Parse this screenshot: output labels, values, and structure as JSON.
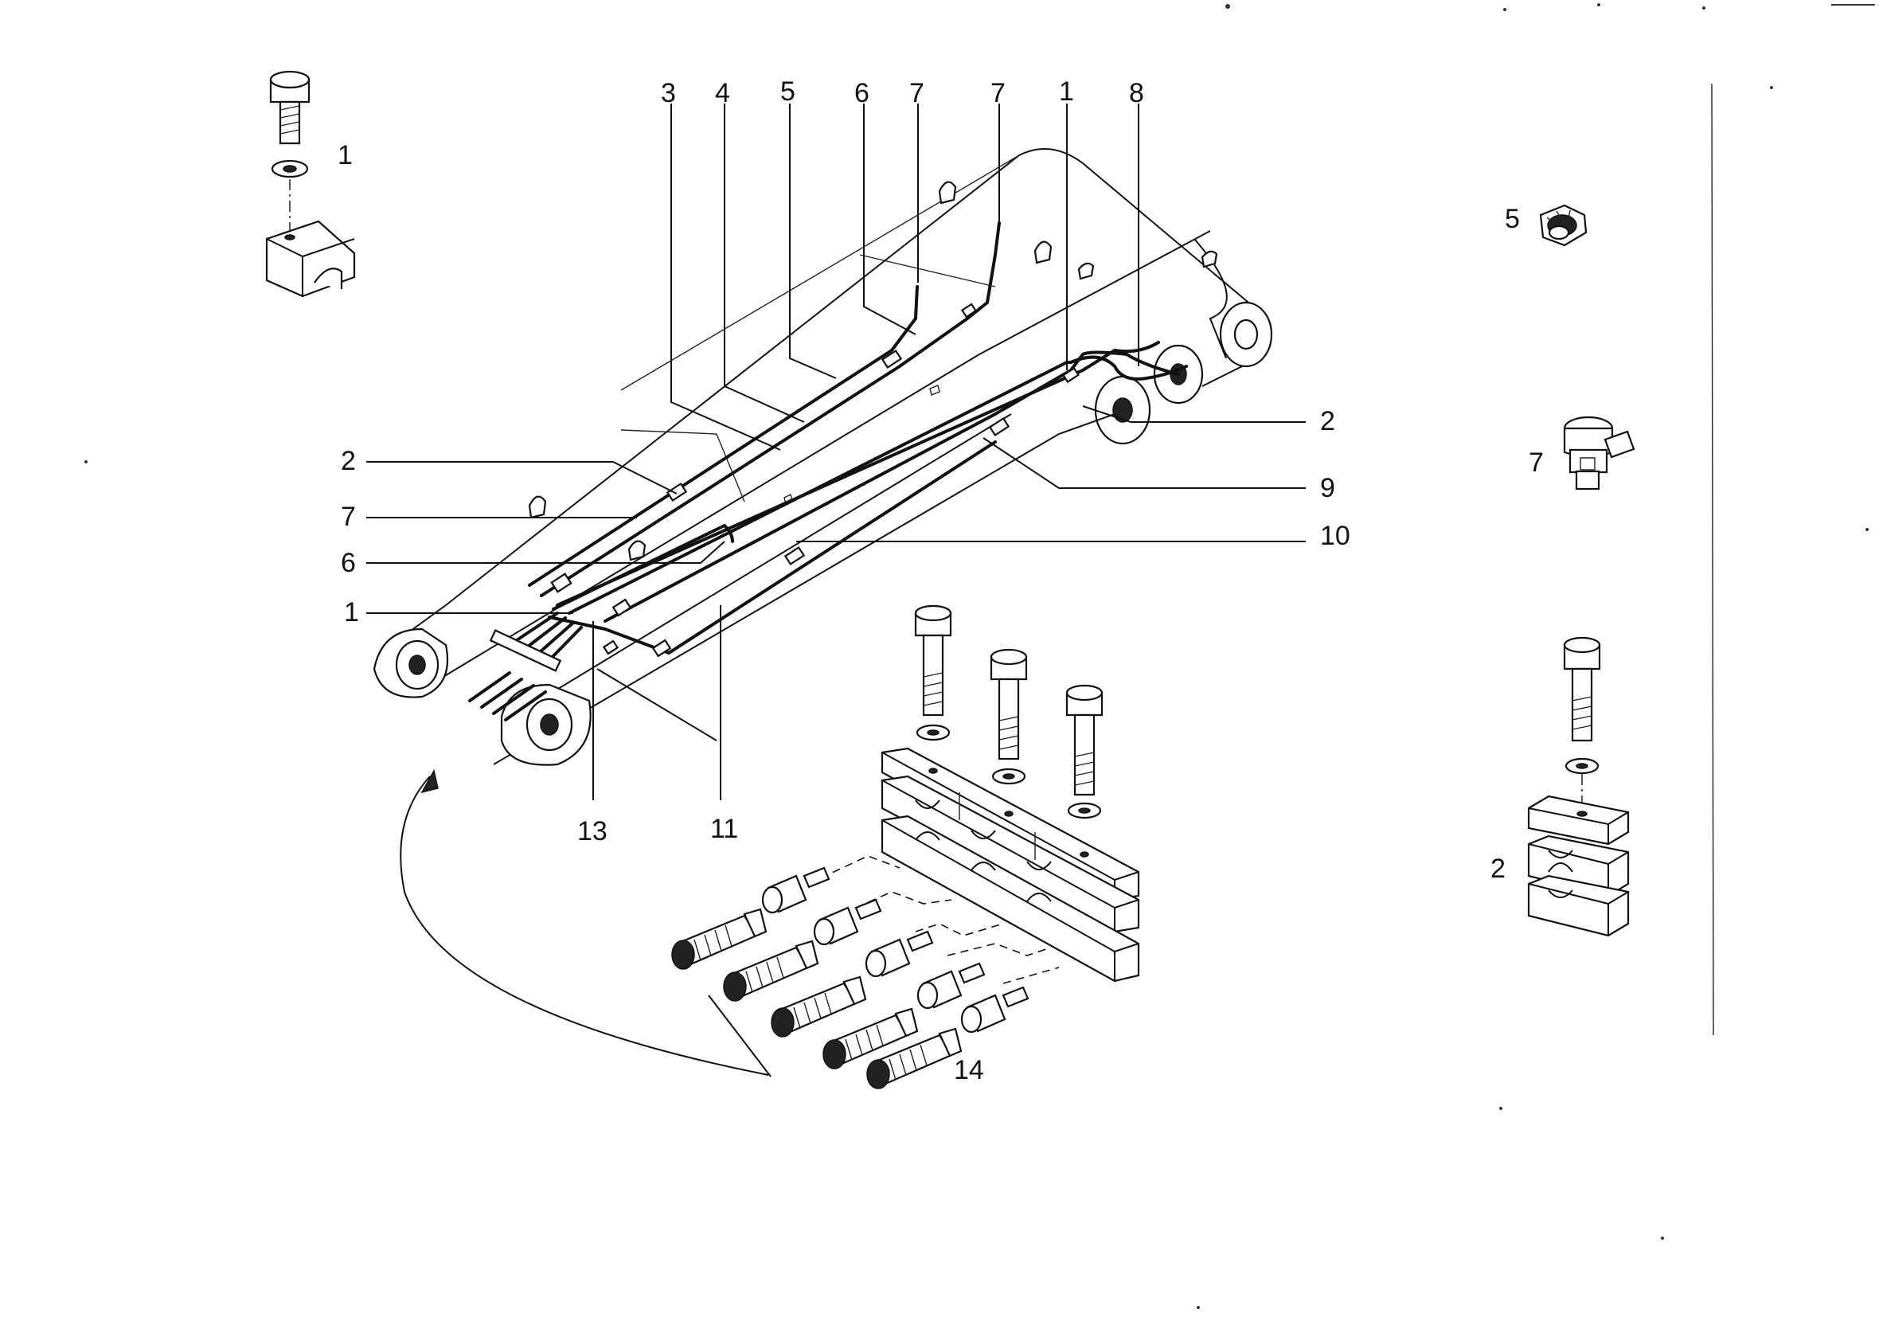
{
  "diagram": {
    "callouts": {
      "top_3": "3",
      "top_4": "4",
      "top_5": "5",
      "top_6": "6",
      "top_7a": "7",
      "top_7b": "7",
      "top_1": "1",
      "top_8": "8",
      "left_2": "2",
      "left_7": "7",
      "left_6": "6",
      "left_1": "1",
      "right_2": "2",
      "right_9": "9",
      "right_10": "10",
      "bottom_13": "13",
      "bottom_11": "11",
      "bottom_14": "14",
      "detail_1": "1",
      "detail_5": "5",
      "detail_7": "7",
      "detail_2": "2"
    }
  }
}
